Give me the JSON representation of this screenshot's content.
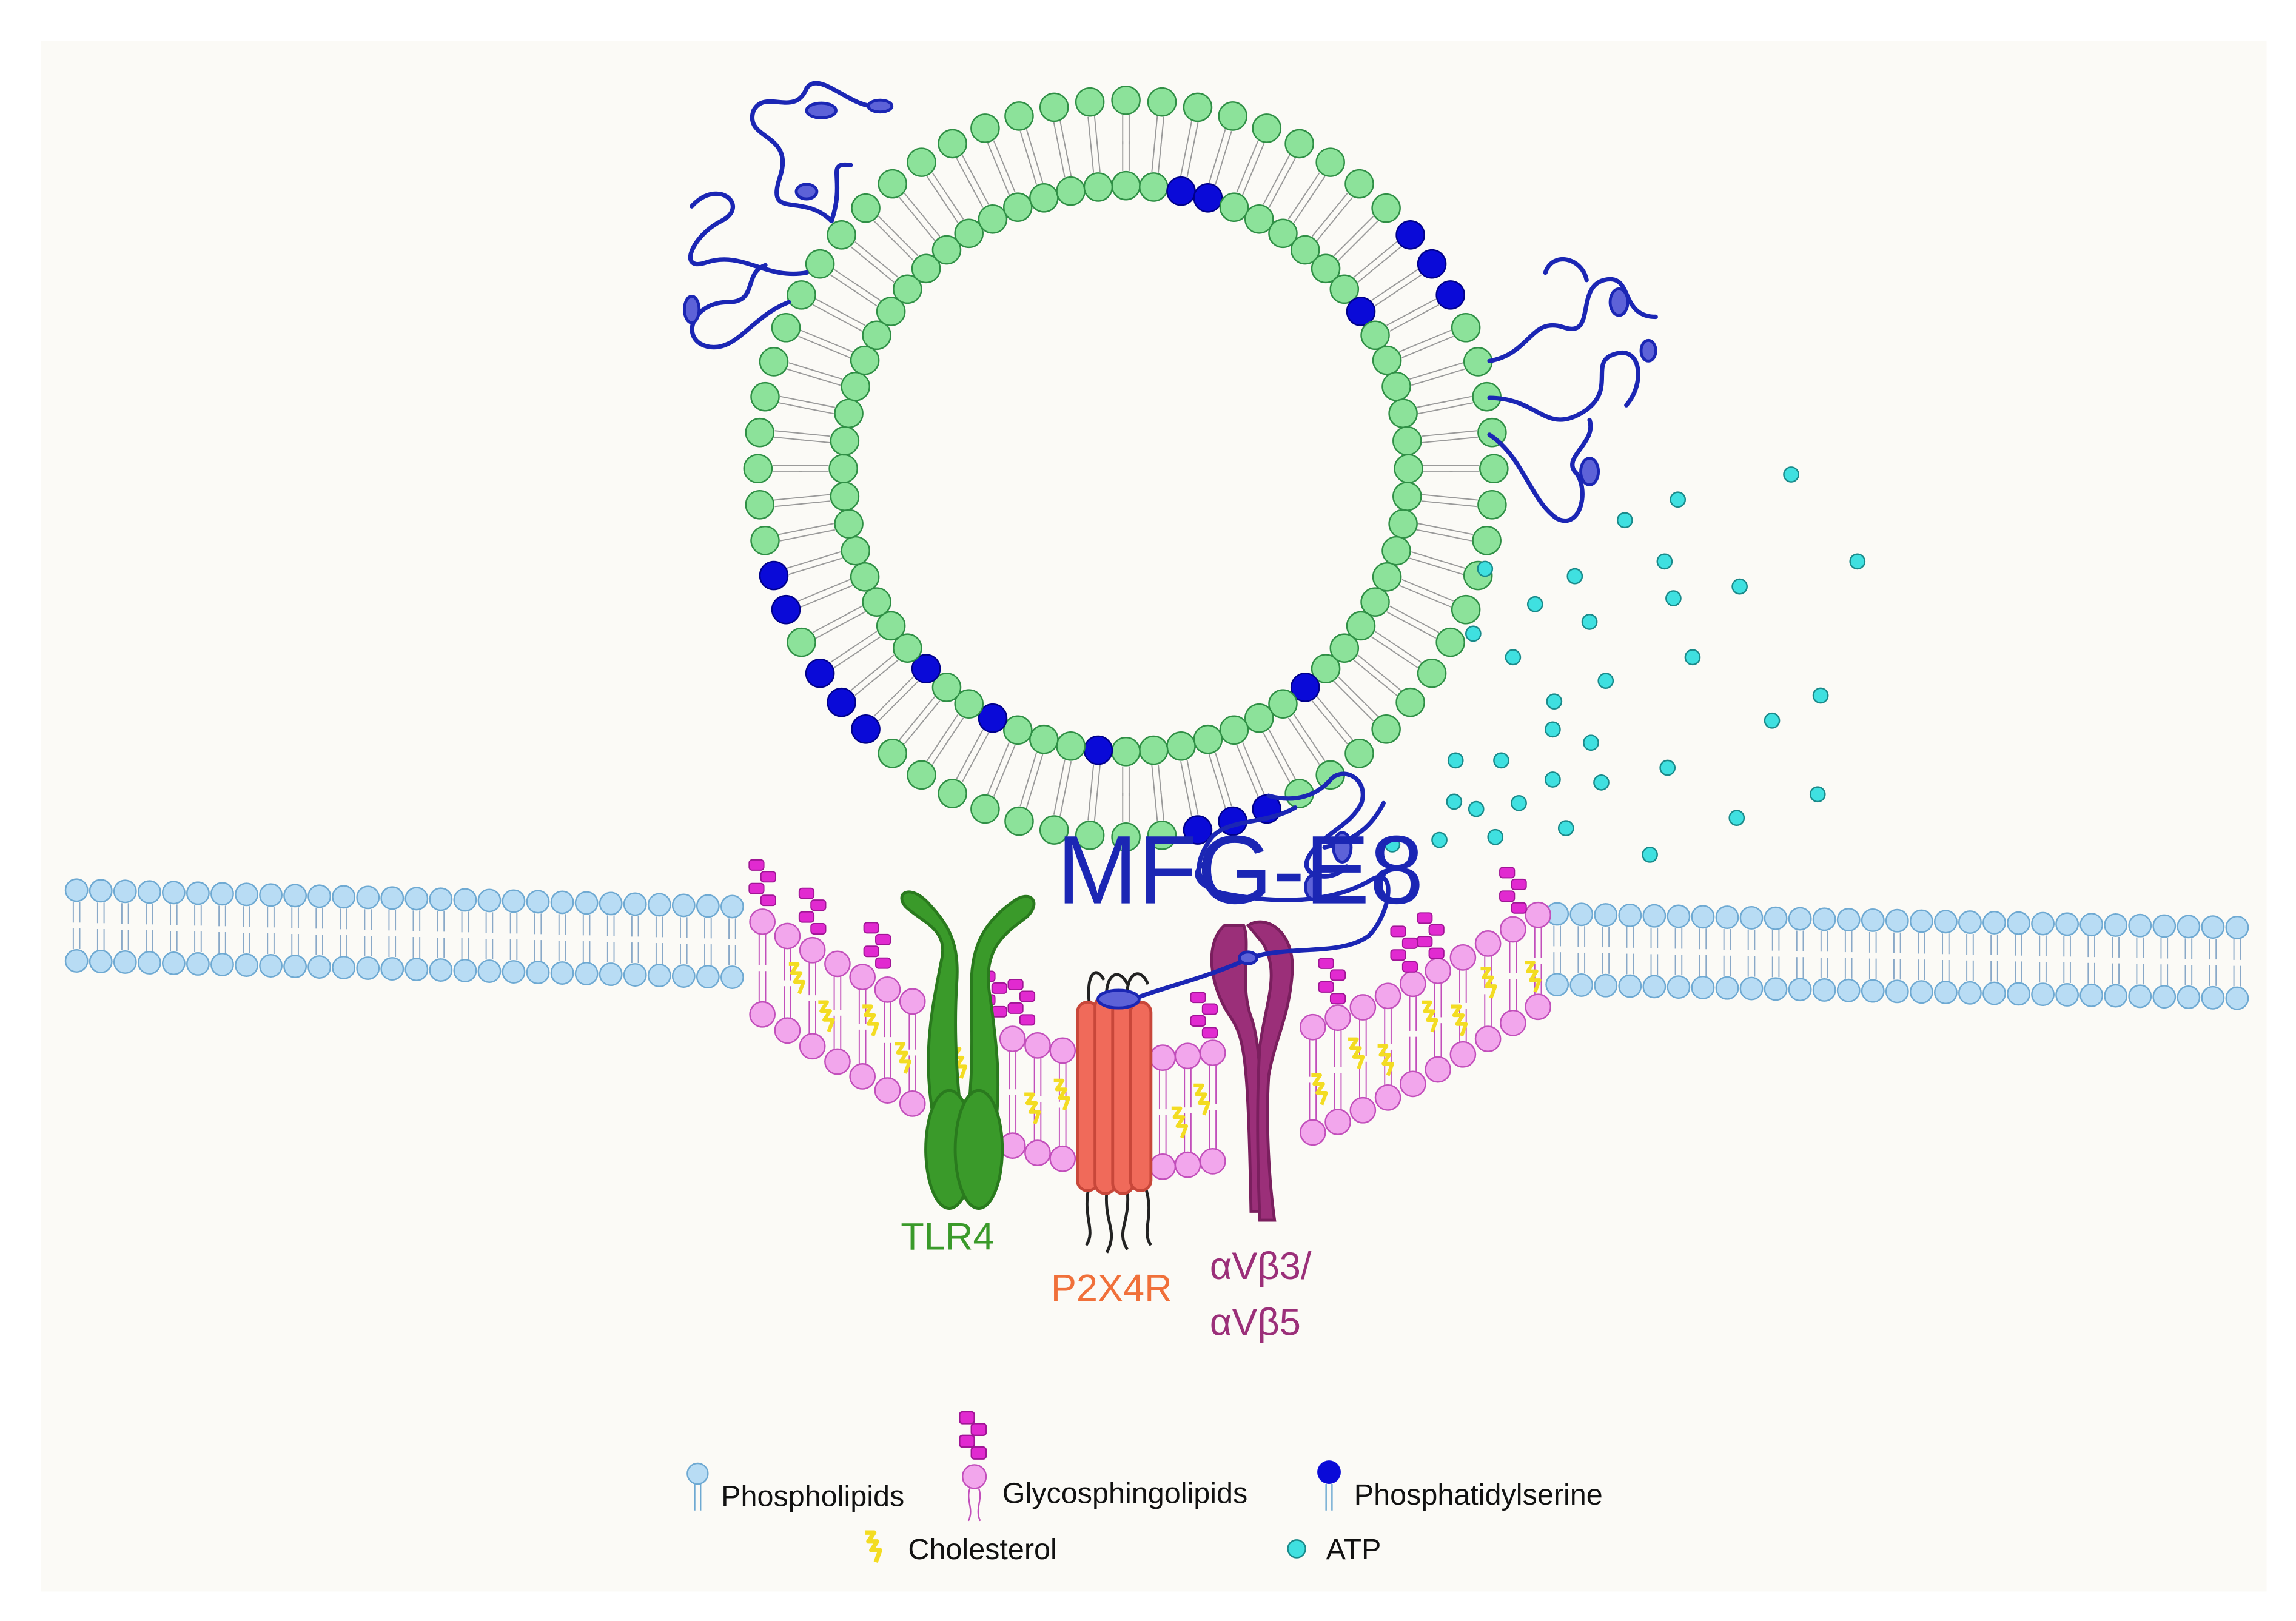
{
  "colors": {
    "background": "#fbfaf6",
    "vesicle_head": "#8ce29a",
    "vesicle_head_stroke": "#2f8f45",
    "phosphatidylserine": "#0a0ad8",
    "mfg_e8": "#1b26b4",
    "membrane_head": "#b8dcf4",
    "membrane_head_stroke": "#6ea9d2",
    "raft_head": "#f2a6ec",
    "raft_head_stroke": "#c24fbb",
    "glycan": "#e12ad0",
    "cholesterol": "#f3dc22",
    "atp": "#3fe0e0",
    "tlr4": "#3a9a2a",
    "p2x4r": "#f06a5a",
    "integrin": "#9b2f79"
  },
  "labels": {
    "mfg_e8": "MFG-E8",
    "tlr4": "TLR4",
    "p2x4r": "P2X4R",
    "integrin_line1": "αVβ3/",
    "integrin_line2": "αVβ5"
  },
  "legend": {
    "phospholipids": "Phospholipids",
    "glycosphingolipids": "Glycosphingolipids",
    "phosphatidylserine": "Phosphatidylserine",
    "cholesterol": "Cholesterol",
    "atp": "ATP"
  },
  "icons": {
    "phospholipid": "phospholipid-icon",
    "glycosphingolipid": "glycosphingolipid-icon",
    "phosphatidylserine": "phosphatidylserine-icon",
    "cholesterol": "cholesterol-icon",
    "atp": "atp-icon"
  }
}
